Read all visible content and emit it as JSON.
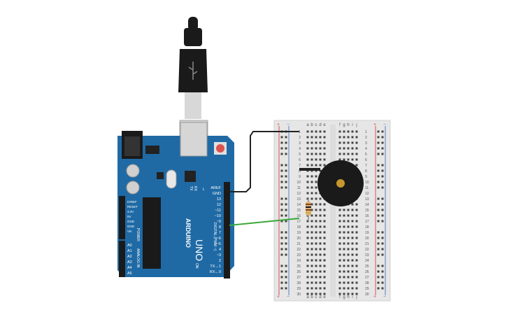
{
  "canvas": {
    "background": "#ffffff"
  },
  "colors": {
    "board_blue": "#1f6aa5",
    "board_dark_blue": "#17558a",
    "header_black": "#1a1a1a",
    "breadboard": "#e6e6e6",
    "rail_red": "#d9534f",
    "rail_blue": "#5b7fc0",
    "wire_black": "#222222",
    "wire_green": "#3aa83a",
    "buzzer": "#1a1a1a",
    "buzzer_center": "#c8962e",
    "reset_button": "#d9534f",
    "usb_cable": "#1a1a1a",
    "usb_metal": "#cfcfcf"
  },
  "arduino": {
    "brand": "ARDUINO",
    "model": "UNO",
    "digital_label": "DIGITAL (PWM ~)",
    "power_label": "POWER",
    "analog_label": "ANALOG IN",
    "on_label": "ON",
    "tx_label": "TX",
    "rx_label": "RX",
    "l_label": "L",
    "digital_pins": [
      "AREF",
      "GND",
      "13",
      "12",
      "~11",
      "~10",
      "~9",
      "8",
      "7",
      "~6",
      "~5",
      "4",
      "~3",
      "2",
      "TX→1",
      "RX←0"
    ],
    "power_pins": [
      "IOREF",
      "RESET",
      "3.3V",
      "5V",
      "GND",
      "GND",
      "Vin"
    ],
    "analog_pins": [
      "A0",
      "A1",
      "A2",
      "A3",
      "A4",
      "A5"
    ]
  },
  "breadboard": {
    "column_letters_left": [
      "a",
      "b",
      "c",
      "d",
      "e"
    ],
    "column_letters_right": [
      "f",
      "g",
      "h",
      "i",
      "j"
    ],
    "row_numbers": [
      "1",
      "2",
      "3",
      "4",
      "5",
      "6",
      "7",
      "8",
      "9",
      "10",
      "11",
      "12",
      "13",
      "14",
      "15",
      "16",
      "17",
      "18",
      "19",
      "20",
      "21",
      "22",
      "23",
      "24",
      "25",
      "26",
      "27",
      "28",
      "29",
      "30"
    ],
    "rail_plus": "+",
    "rail_minus": "−"
  },
  "components": {
    "buzzer": "piezo-buzzer",
    "resistor": "resistor",
    "usb": "usb-cable"
  }
}
